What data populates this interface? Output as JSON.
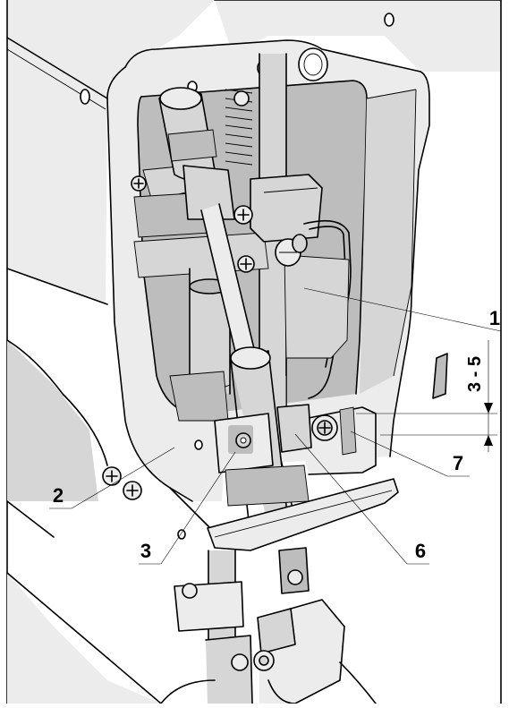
{
  "figure": {
    "callouts": [
      {
        "id": "c1",
        "label": "1"
      },
      {
        "id": "c2",
        "label": "2"
      },
      {
        "id": "c3",
        "label": "3"
      },
      {
        "id": "c6",
        "label": "6"
      },
      {
        "id": "c7",
        "label": "7"
      }
    ],
    "dimension": {
      "label": "3 - 5"
    }
  }
}
